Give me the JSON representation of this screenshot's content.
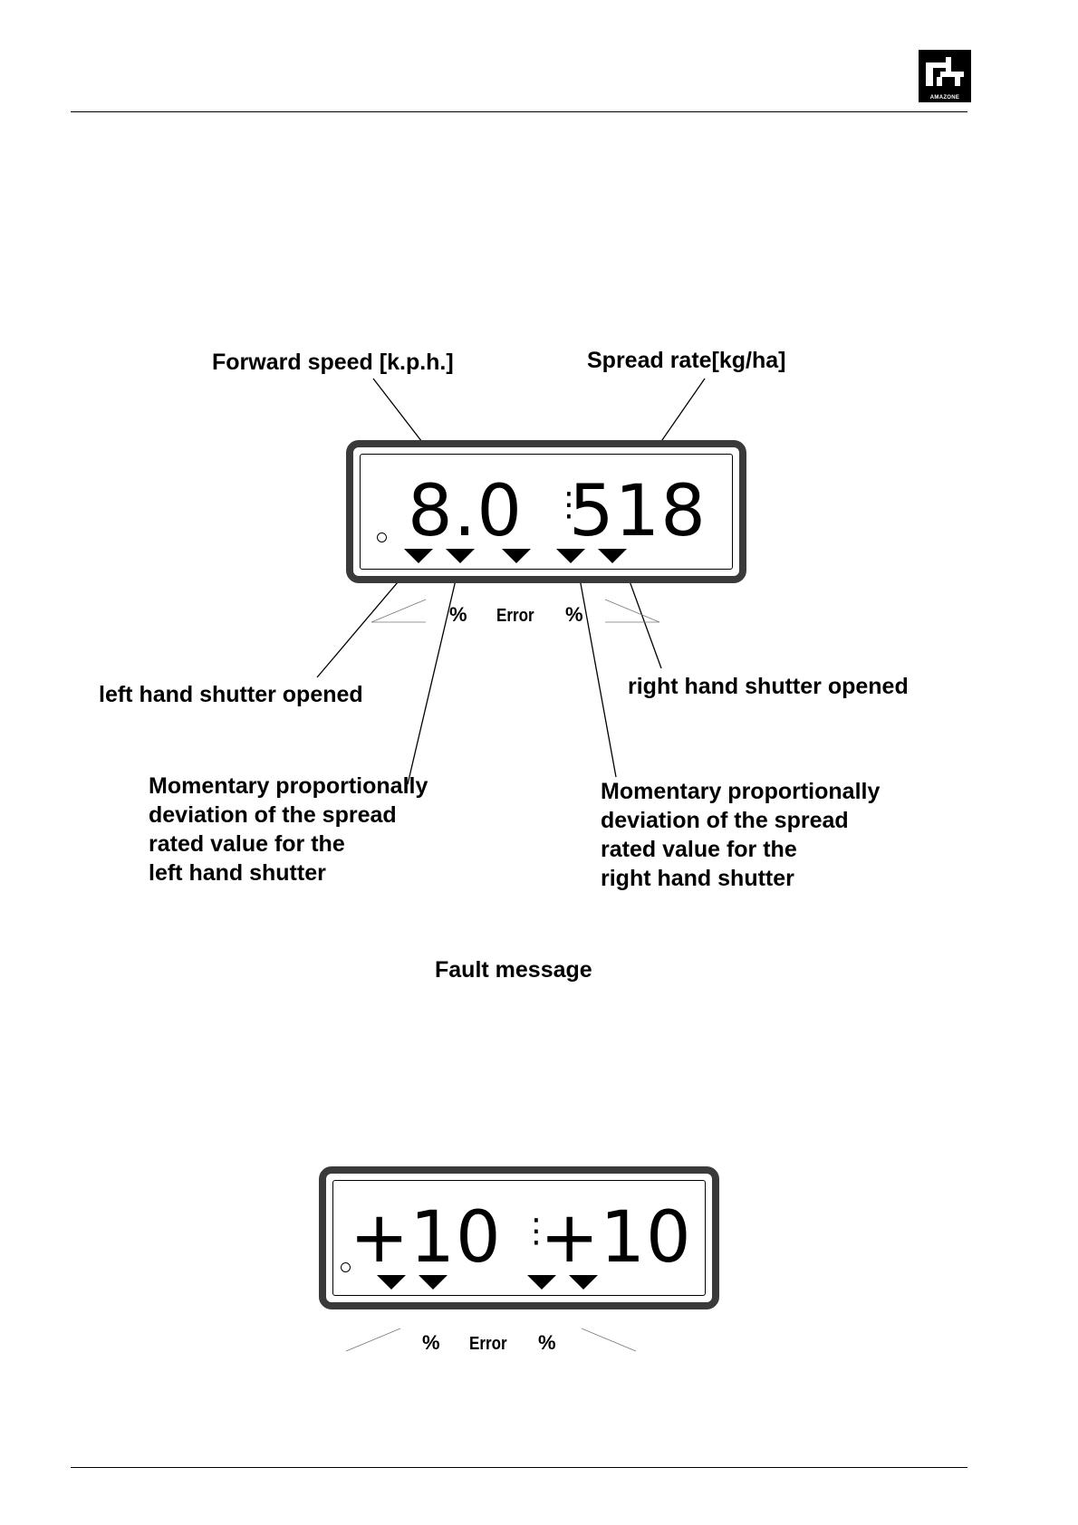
{
  "header": {
    "logo_text": "AMAZONE"
  },
  "figure1": {
    "label_speed": "Forward speed [k.p.h.]",
    "label_spread": "Spread rate[kg/ha]",
    "display": {
      "left_value": "8.0",
      "right_value": "518"
    },
    "under_labels": {
      "pct_left": "%",
      "error": "Error",
      "pct_right": "%"
    },
    "label_left_shutter": "left hand shutter opened",
    "label_right_shutter": "right hand shutter opened",
    "deviation_left_lines": [
      "Momentary proportionally",
      "deviation of the spread",
      "rated value for the",
      "left hand shutter"
    ],
    "deviation_right_lines": [
      "Momentary proportionally",
      "deviation of the spread",
      "rated value for the",
      "right hand shutter"
    ]
  },
  "fault": {
    "title": "Fault message",
    "display": {
      "left_value": "+10",
      "right_value": "+10"
    },
    "under_labels": {
      "pct_left": "%",
      "error": "Error",
      "pct_right": "%"
    }
  }
}
